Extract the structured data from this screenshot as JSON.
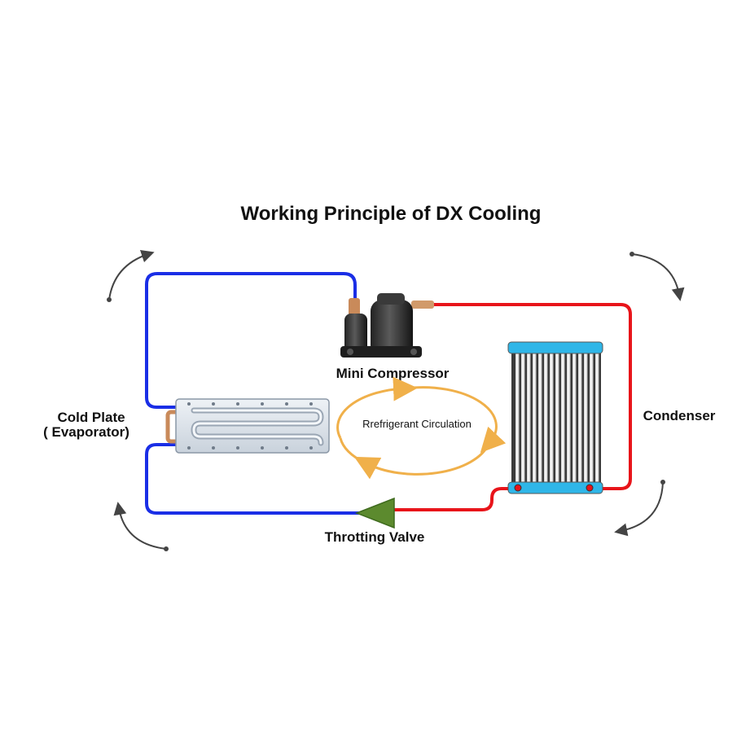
{
  "title": "Working Principle of DX Cooling",
  "labels": {
    "compressor": "Mini Compressor",
    "condenser": "Condenser",
    "evaporator_line1": "Cold Plate",
    "evaporator_line2": "( Evaporator)",
    "valve": "Throtting Valve",
    "circulation": "Rrefrigerant Circulation"
  },
  "colors": {
    "cold_line": "#1a2ee6",
    "hot_line": "#e8141a",
    "cycle_arrow": "#f0b04a",
    "valve": "#5c8a2e",
    "condenser_header": "#2fb6e8",
    "flow_arrows": "#444444"
  },
  "icons": {
    "compressor": "compressor-icon",
    "condenser": "condenser-icon",
    "evaporator": "cold-plate-icon",
    "valve": "throttle-valve-icon"
  }
}
